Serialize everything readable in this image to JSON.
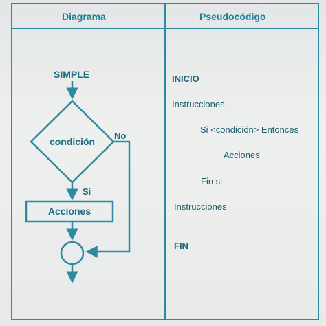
{
  "table": {
    "header_left": "Diagrama",
    "header_right": "Pseudocódigo"
  },
  "diagram": {
    "start_label": "SIMPLE",
    "decision_label": "condición",
    "no_label": "No",
    "yes_label": "Si",
    "process_label": "Acciones"
  },
  "pseudocode": {
    "lines": [
      "INICIO",
      "Instrucciones",
      "Si <condición> Entonces",
      "Acciones",
      "Fin si",
      "Instrucciones",
      "FIN"
    ]
  },
  "colors": {
    "accent": "#2d8aa0",
    "text": "#1d5e6e"
  }
}
